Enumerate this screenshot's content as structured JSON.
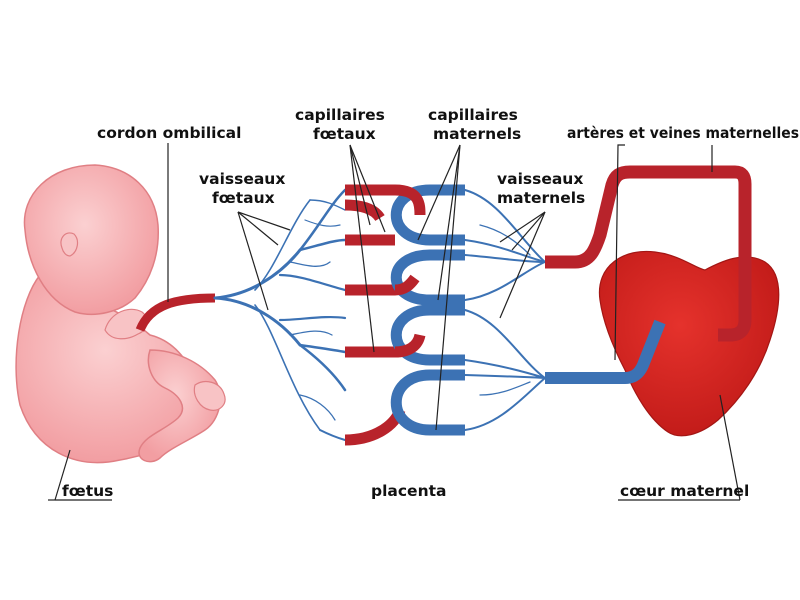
{
  "labels": {
    "fetus": "fœtus",
    "umbilical_cord": "cordon ombilical",
    "fetal_vessels_1": "vaisseaux",
    "fetal_vessels_2": "fœtaux",
    "fetal_capillaries_1": "capillaires",
    "fetal_capillaries_2": "fœtaux",
    "maternal_capillaries_1": "capillaires",
    "maternal_capillaries_2": "maternels",
    "maternal_vessels_1": "vaisseaux",
    "maternal_vessels_2": "maternels",
    "maternal_arteries_veins": "artères et veines maternelles",
    "placenta": "placenta",
    "maternal_heart": "cœur maternel"
  },
  "colors": {
    "fetus_fill": "#f7b3b5",
    "fetus_outline": "#e07f84",
    "cord_red": "#b8232b",
    "vessel_blue": "#3c72b4",
    "heart_red": "#d8211f"
  }
}
